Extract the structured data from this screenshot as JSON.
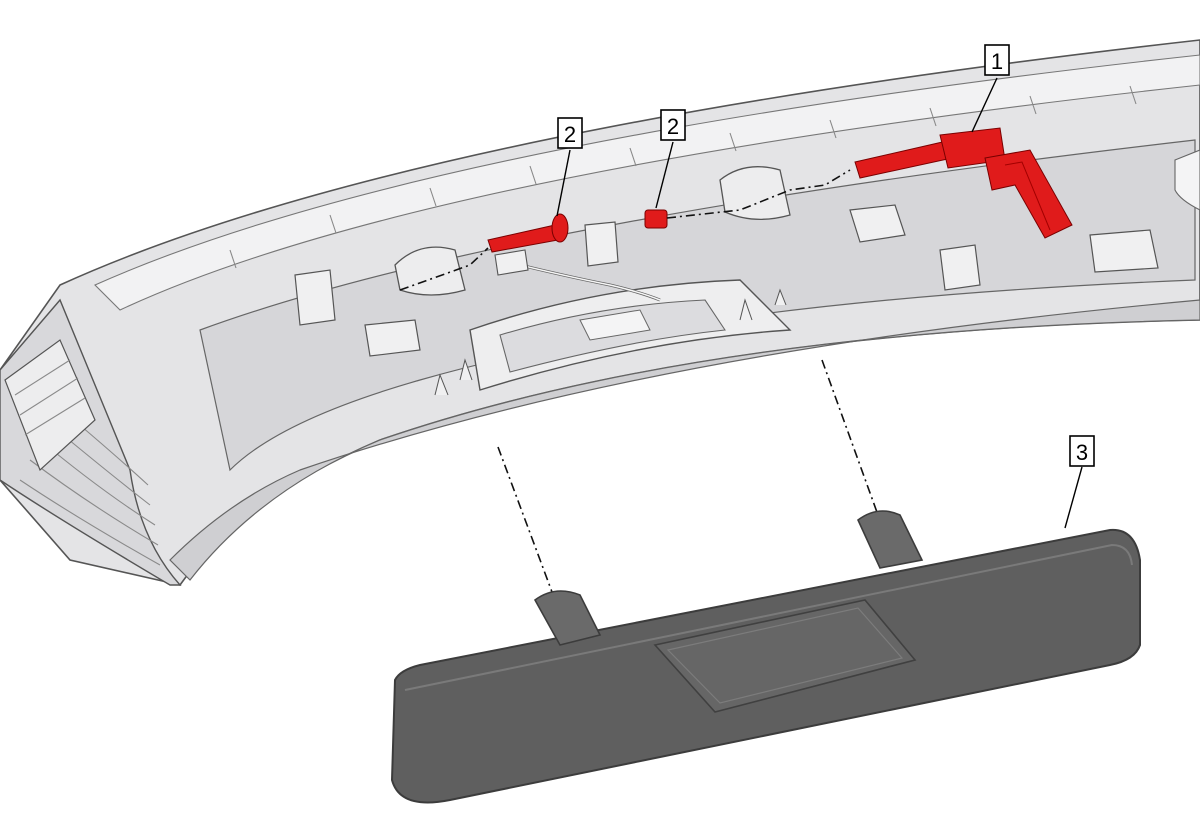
{
  "callouts": [
    {
      "label": "1"
    },
    {
      "label": "2"
    },
    {
      "label": "2"
    },
    {
      "label": "3"
    }
  ],
  "colors": {
    "highlight": "#e01b1b",
    "panel": "#e4e4e6",
    "panel_shadow": "#c9c9cc",
    "visor": "#5f5f5f",
    "visor_edge": "#3c3c3c"
  }
}
